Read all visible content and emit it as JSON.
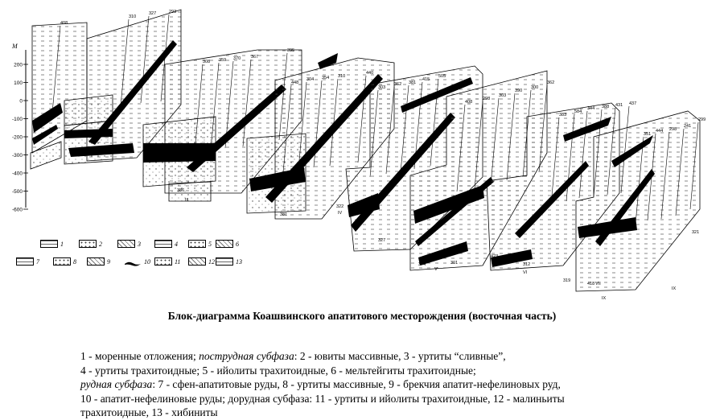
{
  "axis": {
    "unit": "М",
    "ticks": [
      "200",
      "100",
      "0",
      "-100",
      "-200",
      "-300",
      "-400",
      "-500",
      "-600"
    ]
  },
  "boreholes": [
    "408",
    "310",
    "327",
    "293",
    "308",
    "359",
    "370",
    "367",
    "395",
    "448",
    "304",
    "354",
    "310",
    "440",
    "303",
    "362",
    "381",
    "415",
    "505",
    "408",
    "298",
    "303",
    "390",
    "300",
    "362",
    "383",
    "584",
    "344",
    "388",
    "431",
    "437",
    "351",
    "444",
    "298",
    "241",
    "299",
    "386",
    "381",
    "322",
    "327",
    "374",
    "301",
    "423",
    "312",
    "319",
    "418",
    "321",
    "III",
    "IV",
    "V",
    "VI",
    "VII",
    "IX",
    "IX"
  ],
  "legend": {
    "items": [
      "1",
      "2",
      "3",
      "4",
      "5",
      "6",
      "7",
      "8",
      "9",
      "10",
      "11",
      "12",
      "13"
    ]
  },
  "caption": "Блок-диаграмма Коашвинского апатитового месторождения (восточная часть)",
  "description": {
    "l1_a": "1 - моренные отложения; ",
    "l1_b": "пострудная субфаза",
    "l1_c": ": 2 - ювиты массивные, 3 - уртиты “сливные”,",
    "l2": "4 - уртиты трахитоидные; 5 - ийолиты трахитоидные, 6 - мельтейгиты трахитоидные;",
    "l3_a": "рудная субфаза",
    "l3_b": ": 7 - сфен-апатитовые руды, 8 - уртиты массивные, 9 - брекчия апатит-нефелиновых руд,",
    "l4": "10 - апатит-нефелиновые руды; дорудная субфаза: 11 - уртиты и ийолиты трахитоидные, 12 - малиньиты",
    "l5": "трахитоидные, 13 - хибиниты"
  }
}
